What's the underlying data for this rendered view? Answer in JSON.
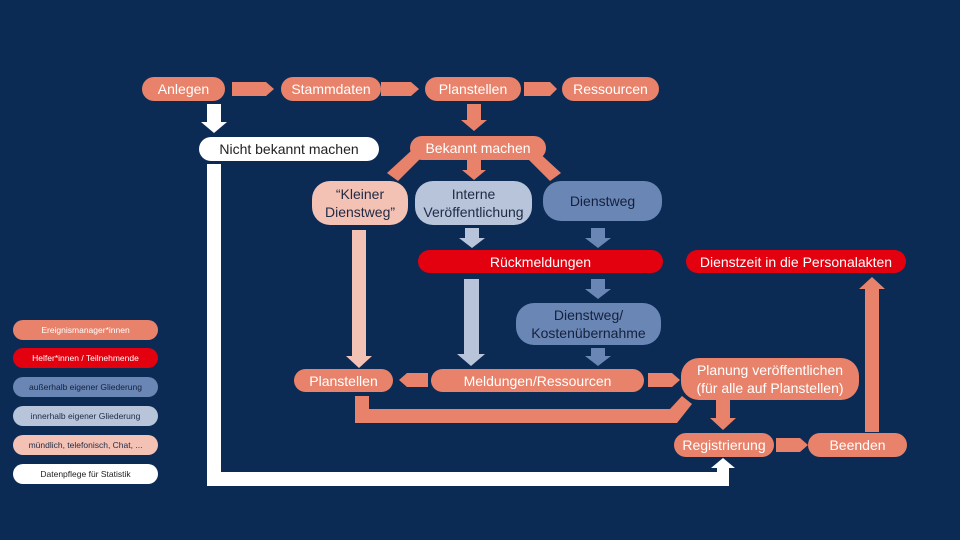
{
  "nodes": {
    "anlegen": "Anlegen",
    "stammdaten": "Stammdaten",
    "planstellen_top": "Planstellen",
    "ressourcen": "Ressourcen",
    "nicht_bekannt": "Nicht bekannt machen",
    "bekannt_machen": "Bekannt machen",
    "kleiner_dienstweg": "“Kleiner\nDienstweg”",
    "interne_veroeffentlichung": "Interne\nVeröffentlichung",
    "dienstweg": "Dienstweg",
    "rueckmeldungen": "Rückmeldungen",
    "dienstweg_kosten": "Dienstweg/\nKostenübernahme",
    "planstellen_bottom": "Planstellen",
    "meldungen_ressourcen": "Meldungen/Ressourcen",
    "planung_veroeffentlichen": "Planung veröffentlichen\n(für alle auf Planstellen)",
    "registrierung": "Registrierung",
    "beenden": "Beenden",
    "dienstzeit": "Dienstzeit in die Personalakten"
  },
  "legend": [
    {
      "label": "Ereignismanager*innen",
      "color": "#e8826a",
      "text_color": "#ffffff"
    },
    {
      "label": "Helfer*innen / Teilnehmende",
      "color": "#e3000f",
      "text_color": "#ffffff"
    },
    {
      "label": "außerhalb eigener Gliederung",
      "color": "#6a86b4",
      "text_color": "#14213d"
    },
    {
      "label": "innerhalb eigener Gliederung",
      "color": "#b7c4da",
      "text_color": "#1f2a44"
    },
    {
      "label": "mündlich, telefonisch, Chat, ...",
      "color": "#f4c2b5",
      "text_color": "#1f2a44"
    },
    {
      "label": "Datenpflege für Statistik",
      "color": "#ffffff",
      "text_color": "#222222"
    }
  ],
  "colors": {
    "background": "#0b2b55",
    "salmon": "#e8826a",
    "red": "#e3000f",
    "white": "#ffffff",
    "light_pink": "#f4c2b5",
    "light_blue": "#b7c4da",
    "mid_blue": "#6a86b4"
  }
}
